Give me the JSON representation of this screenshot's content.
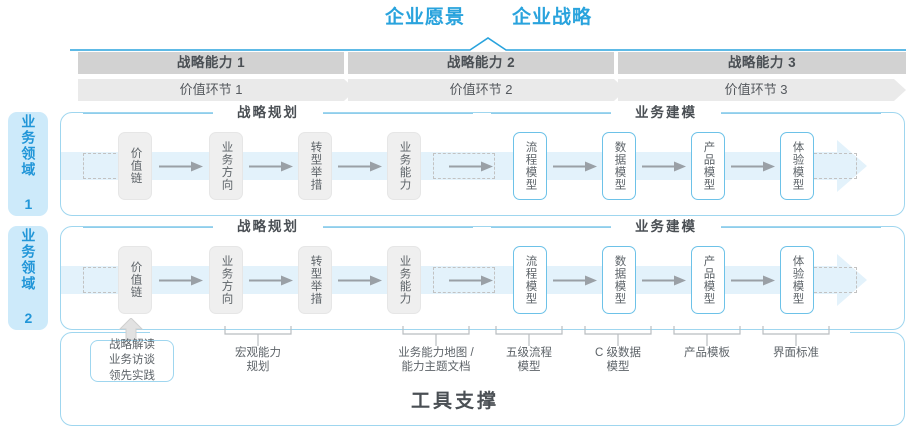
{
  "header": {
    "vision": "企业愿景",
    "strategy": "企业战略"
  },
  "capabilities": [
    {
      "name": "战略能力 1",
      "value_link": "价值环节 1"
    },
    {
      "name": "战略能力 2",
      "value_link": "价值环节 2"
    },
    {
      "name": "战略能力 3",
      "value_link": "价值环节 3"
    }
  ],
  "domains": [
    {
      "label": "业务领域 1"
    },
    {
      "label": "业务领域 2"
    }
  ],
  "sections": {
    "planning": "战略规划",
    "modeling": "业务建模"
  },
  "steps": {
    "planning": [
      "价值链",
      "业务方向",
      "转型举措",
      "业务能力"
    ],
    "modeling": [
      "流程模型",
      "数据模型",
      "产品模型",
      "体验模型"
    ]
  },
  "annotations": {
    "highlight_box": "战略解读\n业务访谈\n领先实践",
    "highlight_lines": [
      "战略解读",
      "业务访谈",
      "领先实践"
    ],
    "items": [
      {
        "line1": "宏观能力",
        "line2": "规划"
      },
      {
        "line1": "业务能力地图 /",
        "line2": "能力主题文档"
      },
      {
        "line1": "五级流程",
        "line2": "模型"
      },
      {
        "line1": "C 级数据",
        "line2": "模型"
      },
      {
        "line1": "产品模板",
        "line2": ""
      },
      {
        "line1": "界面标准",
        "line2": ""
      }
    ]
  },
  "footer": {
    "title": "工具支撑"
  },
  "colors": {
    "accent_blue": "#29a3dd",
    "border_blue": "#9fd6ef",
    "box_blue": "#6dc2e8",
    "domain_bg": "#cdeafa",
    "cap_bar": "#d2d2d2",
    "val_bar": "#eaeaea",
    "pbox_gray": "#efefef",
    "text_dark": "#4a4f54",
    "band": "#eaf6fd"
  }
}
